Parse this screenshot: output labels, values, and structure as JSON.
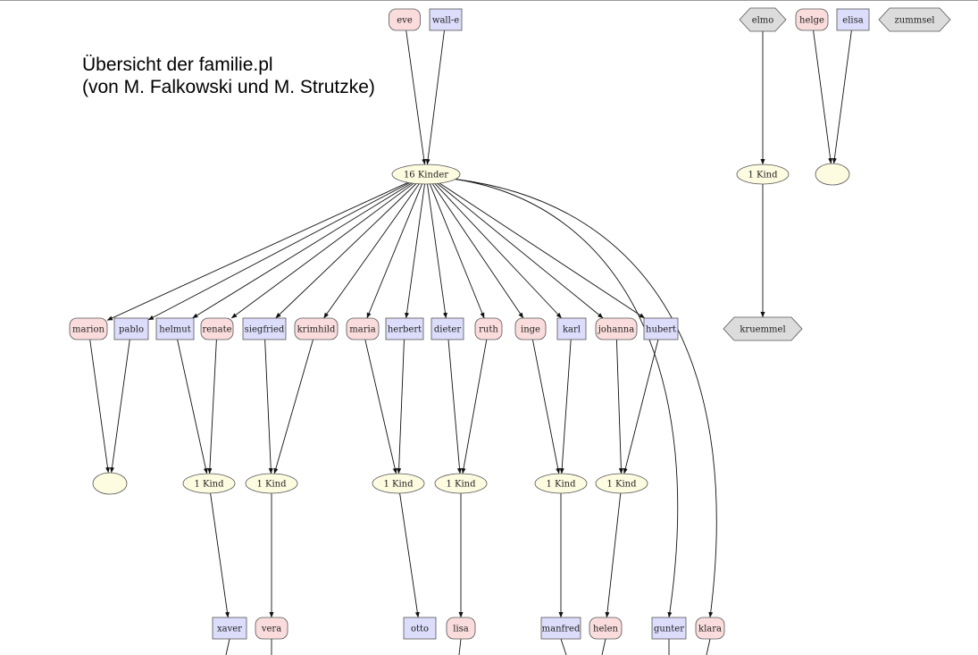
{
  "title": {
    "line1": "Übersicht der familie.pl",
    "line2": "(von M. Falkowski und M. Strutzke)"
  },
  "colors": {
    "female_fill": "#fbdcdc",
    "male_fill": "#dcdcfb",
    "family_fill": "#fdfbe0",
    "unknown_fill": "#dcdcdc",
    "stroke": "#555555",
    "edge": "#111111"
  },
  "nodes": [
    {
      "id": "eve",
      "label": "eve",
      "kind": "female"
    },
    {
      "id": "walle",
      "label": "wall-e",
      "kind": "male"
    },
    {
      "id": "elmo",
      "label": "elmo",
      "kind": "unknown"
    },
    {
      "id": "helge",
      "label": "helge",
      "kind": "female"
    },
    {
      "id": "elisa",
      "label": "elisa",
      "kind": "male"
    },
    {
      "id": "zummsel",
      "label": "zummsel",
      "kind": "unknown"
    },
    {
      "id": "fam16",
      "label": "16 Kinder",
      "kind": "family"
    },
    {
      "id": "famElmo",
      "label": "1 Kind",
      "kind": "family"
    },
    {
      "id": "famHelge",
      "label": "",
      "kind": "family"
    },
    {
      "id": "kruemmel",
      "label": "kruemmel",
      "kind": "unknown"
    },
    {
      "id": "marion",
      "label": "marion",
      "kind": "female"
    },
    {
      "id": "pablo",
      "label": "pablo",
      "kind": "male"
    },
    {
      "id": "helmut",
      "label": "helmut",
      "kind": "male"
    },
    {
      "id": "renate",
      "label": "renate",
      "kind": "female"
    },
    {
      "id": "siegfried",
      "label": "siegfried",
      "kind": "male"
    },
    {
      "id": "krimhild",
      "label": "krimhild",
      "kind": "female"
    },
    {
      "id": "maria",
      "label": "maria",
      "kind": "female"
    },
    {
      "id": "herbert",
      "label": "herbert",
      "kind": "male"
    },
    {
      "id": "dieter",
      "label": "dieter",
      "kind": "male"
    },
    {
      "id": "ruth",
      "label": "ruth",
      "kind": "female"
    },
    {
      "id": "inge",
      "label": "inge",
      "kind": "female"
    },
    {
      "id": "karl",
      "label": "karl",
      "kind": "male"
    },
    {
      "id": "johanna",
      "label": "johanna",
      "kind": "female"
    },
    {
      "id": "hubert",
      "label": "hubert",
      "kind": "male"
    },
    {
      "id": "famMarion",
      "label": "",
      "kind": "family"
    },
    {
      "id": "famHelmut",
      "label": "1 Kind",
      "kind": "family"
    },
    {
      "id": "famSiegfried",
      "label": "1 Kind",
      "kind": "family"
    },
    {
      "id": "famMaria",
      "label": "1 Kind",
      "kind": "family"
    },
    {
      "id": "famDieter",
      "label": "1 Kind",
      "kind": "family"
    },
    {
      "id": "famInge",
      "label": "1 Kind",
      "kind": "family"
    },
    {
      "id": "famJohanna",
      "label": "1 Kind",
      "kind": "family"
    },
    {
      "id": "xaver",
      "label": "xaver",
      "kind": "male"
    },
    {
      "id": "vera",
      "label": "vera",
      "kind": "female"
    },
    {
      "id": "otto",
      "label": "otto",
      "kind": "male"
    },
    {
      "id": "lisa",
      "label": "lisa",
      "kind": "female"
    },
    {
      "id": "manfred",
      "label": "manfred",
      "kind": "male"
    },
    {
      "id": "helen",
      "label": "helen",
      "kind": "female"
    },
    {
      "id": "gunter",
      "label": "gunter",
      "kind": "male"
    },
    {
      "id": "klara",
      "label": "klara",
      "kind": "female"
    }
  ],
  "edges": [
    [
      "eve",
      "fam16"
    ],
    [
      "walle",
      "fam16"
    ],
    [
      "elmo",
      "famElmo"
    ],
    [
      "famElmo",
      "kruemmel"
    ],
    [
      "helge",
      "famHelge"
    ],
    [
      "elisa",
      "famHelge"
    ],
    [
      "fam16",
      "marion"
    ],
    [
      "fam16",
      "pablo"
    ],
    [
      "fam16",
      "helmut"
    ],
    [
      "fam16",
      "renate"
    ],
    [
      "fam16",
      "siegfried"
    ],
    [
      "fam16",
      "krimhild"
    ],
    [
      "fam16",
      "maria"
    ],
    [
      "fam16",
      "herbert"
    ],
    [
      "fam16",
      "dieter"
    ],
    [
      "fam16",
      "ruth"
    ],
    [
      "fam16",
      "inge"
    ],
    [
      "fam16",
      "karl"
    ],
    [
      "fam16",
      "johanna"
    ],
    [
      "fam16",
      "hubert"
    ],
    [
      "fam16",
      "gunter"
    ],
    [
      "fam16",
      "klara"
    ],
    [
      "marion",
      "famMarion"
    ],
    [
      "pablo",
      "famMarion"
    ],
    [
      "helmut",
      "famHelmut"
    ],
    [
      "renate",
      "famHelmut"
    ],
    [
      "siegfried",
      "famSiegfried"
    ],
    [
      "krimhild",
      "famSiegfried"
    ],
    [
      "maria",
      "famMaria"
    ],
    [
      "herbert",
      "famMaria"
    ],
    [
      "dieter",
      "famDieter"
    ],
    [
      "ruth",
      "famDieter"
    ],
    [
      "inge",
      "famInge"
    ],
    [
      "karl",
      "famInge"
    ],
    [
      "johanna",
      "famJohanna"
    ],
    [
      "hubert",
      "famJohanna"
    ],
    [
      "famHelmut",
      "xaver"
    ],
    [
      "famSiegfried",
      "vera"
    ],
    [
      "famMaria",
      "otto"
    ],
    [
      "famDieter",
      "lisa"
    ],
    [
      "famInge",
      "manfred"
    ],
    [
      "famJohanna",
      "helen"
    ]
  ]
}
